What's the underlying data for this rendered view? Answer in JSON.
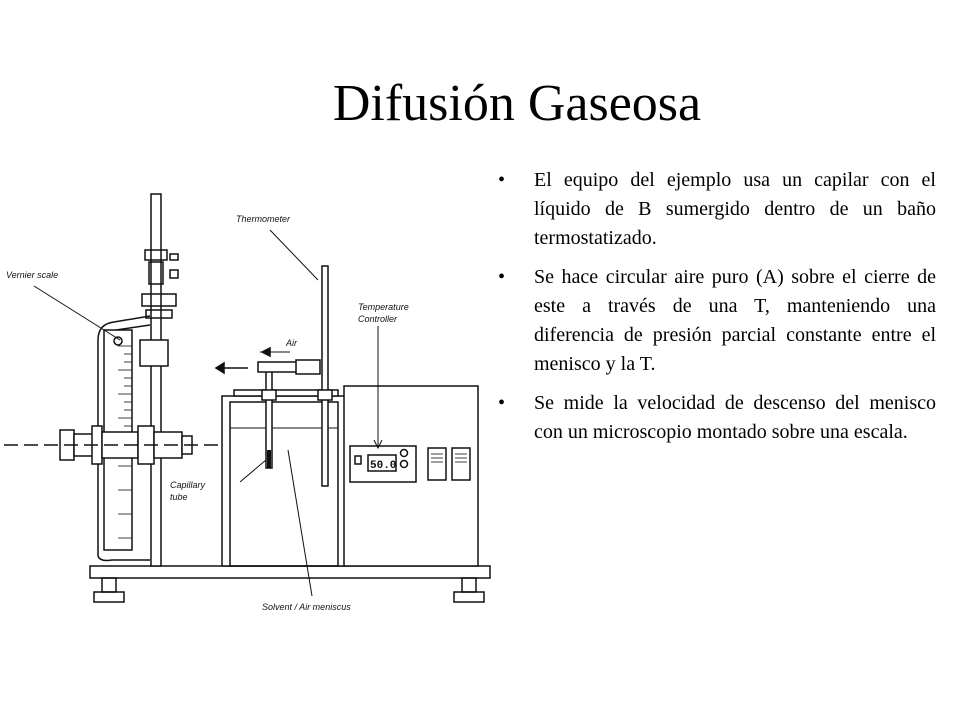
{
  "slide": {
    "title": "Difusión Gaseosa",
    "bullets": [
      "El equipo del ejemplo usa un capilar con el líquido de B sumergido dentro de un baño termostatizado.",
      "Se hace circular aire puro (A) sobre el cierre de este a través de una T, manteniendo una diferencia de presión parcial constante entre el menisco y la T.",
      "Se mide la velocidad de descenso del menisco con un microscopio montado sobre una escala."
    ],
    "bullet_symbol": "•"
  },
  "diagram": {
    "labels": {
      "thermometer": "Thermometer",
      "vernier": "Vernier scale",
      "temp_controller_1": "Temperature",
      "temp_controller_2": "Controller",
      "air": "Air",
      "capillary_1": "Capillary",
      "capillary_2": "tube",
      "meniscus": "Solvent / Air meniscus",
      "display": "50.0"
    }
  }
}
